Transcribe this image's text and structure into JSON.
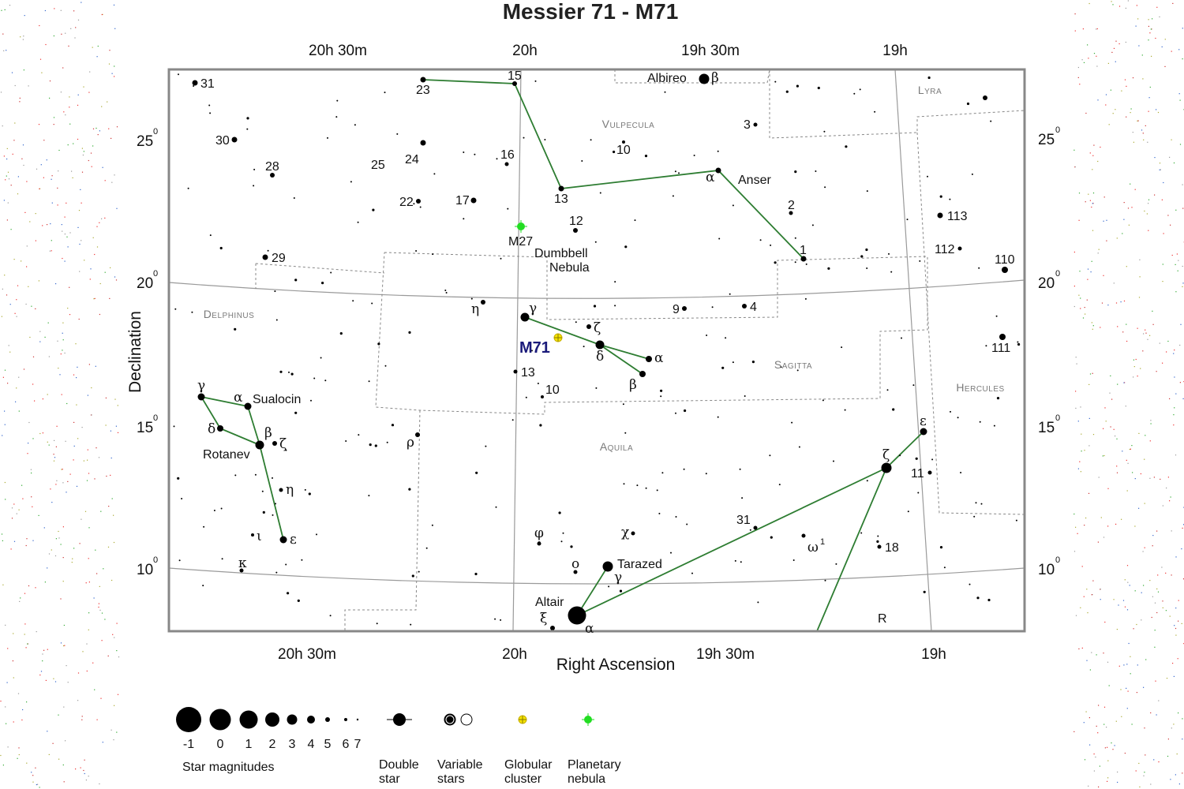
{
  "title": "Messier 71 - M71",
  "axes": {
    "x_title": "Right Ascension",
    "y_title": "Declination",
    "ra_top": [
      {
        "label": "20h 30m",
        "id": "ra-top-2030"
      },
      {
        "label": "20h",
        "id": "ra-top-20"
      },
      {
        "label": "19h 30m",
        "id": "ra-top-1930"
      },
      {
        "label": "19h",
        "id": "ra-top-19"
      }
    ],
    "ra_bottom": [
      {
        "label": "20h 30m",
        "id": "ra-bot-2030"
      },
      {
        "label": "20h",
        "id": "ra-bot-20"
      },
      {
        "label": "19h 30m",
        "id": "ra-bot-1930"
      },
      {
        "label": "19h",
        "id": "ra-bot-19"
      }
    ],
    "dec": [
      {
        "label": "25",
        "sup": "0"
      },
      {
        "label": "20",
        "sup": "0"
      },
      {
        "label": "15",
        "sup": "0"
      },
      {
        "label": "10",
        "sup": "0"
      }
    ]
  },
  "constellations": {
    "vulpecula": "Vulpecula",
    "lyra": "Lyra",
    "delphinus": "Delphinus",
    "sagitta": "Sagitta",
    "hercules": "Hercules",
    "aquila": "Aquila"
  },
  "objects": {
    "m71": "M71",
    "m27": "M27",
    "dumbbell_1": "Dumbbell",
    "dumbbell_2": "Nebula"
  },
  "star_names": {
    "albireo": "Albireo",
    "anser": "Anser",
    "sualocin": "Sualocin",
    "rotanev": "Rotanev",
    "tarazed": "Tarazed",
    "altair": "Altair"
  },
  "star_labels": {
    "s31_del": "31",
    "s30": "30",
    "s28": "28",
    "s25": "25",
    "s24": "24",
    "s23": "23",
    "s22": "22",
    "s17": "17",
    "s16": "16",
    "s15": "15",
    "s13_vul": "13",
    "s12": "12",
    "s10_vul": "10",
    "s3": "3",
    "s2": "2",
    "s1": "1",
    "s29": "29",
    "s113": "113",
    "s112": "112",
    "s110": "110",
    "s111": "111",
    "s9": "9",
    "s4": "4",
    "s13_aql": "13",
    "s10_aql": "10",
    "s11": "11",
    "s31_aql": "31",
    "s18": "18",
    "sR": "R",
    "beta_cyg": "β",
    "alpha_vul": "α",
    "eta_sge": "η",
    "gamma_sge": "γ",
    "zeta_sge": "ζ",
    "delta_sge": "δ",
    "alpha_sge": "α",
    "beta_sge": "β",
    "gamma_del": "γ",
    "alpha_del": "α",
    "delta_del": "δ",
    "beta_del": "β",
    "zeta_del": "ζ",
    "eta_del": "η",
    "iota_del": "ι",
    "eps_del": "ε",
    "kappa_del": "κ",
    "rho_aql": "ρ",
    "phi_aql": "φ",
    "chi_aql": "χ",
    "omicron_aql": "ο",
    "gamma_aql": "γ",
    "xi_aql": "ξ",
    "alpha_aql": "α",
    "zeta_aql": "ζ",
    "eps_aql": "ε",
    "omega_aql": "ω",
    "omega_sup": "1"
  },
  "legend": {
    "magnitudes": [
      "-1",
      "0",
      "1",
      "2",
      "3",
      "4",
      "5",
      "6",
      "7"
    ],
    "magnitudes_title": "Star magnitudes",
    "double_1": "Double",
    "double_2": "star",
    "variable_1": "Variable",
    "variable_2": "stars",
    "globular_1": "Globular",
    "globular_2": "cluster",
    "planetary_1": "Planetary",
    "planetary_2": "nebula"
  },
  "colors": {
    "constellation_line": "#2e7d32",
    "globular": "#f5e400",
    "planetary": "#22dd22",
    "m71_label": "#1a1a7a"
  }
}
